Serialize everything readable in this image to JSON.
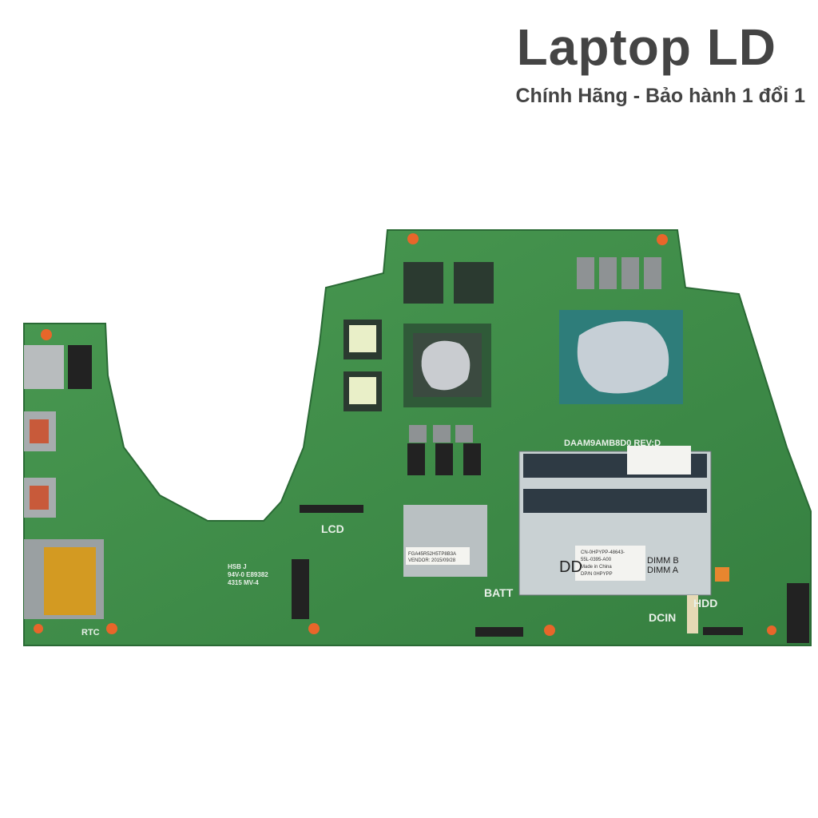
{
  "header": {
    "brand": "Laptop LD",
    "tagline": "Chính Hãng - Bảo hành 1 đổi 1"
  },
  "board": {
    "model_marking": "DAAM9AMB8D0 REV:D",
    "labels": {
      "lcd": "LCD",
      "batt": "BATT",
      "hdd": "HDD",
      "dcin": "DCIN",
      "rtc": "RTC",
      "dimm_b": "DIMM B",
      "dimm_a": "DIMM A",
      "dd": "DD",
      "ul_1": "HSB J",
      "ul_2": "94V-0 E89382",
      "ul_3": "4315  MV-4"
    },
    "sticker_text": [
      "CN-0HPYPP-48643-",
      "55L-0395-A00",
      "Made in China",
      "DP/N 0HPYPP"
    ],
    "heatsink_label": [
      "FGA45R52H5TP8B3A",
      "VENDOR: 2015/09/28"
    ],
    "colors": {
      "pcb": "#3f8f4a",
      "pcb_dark": "#2f7a3b",
      "mount_hole": "#e8662a",
      "text": "#444444"
    }
  }
}
